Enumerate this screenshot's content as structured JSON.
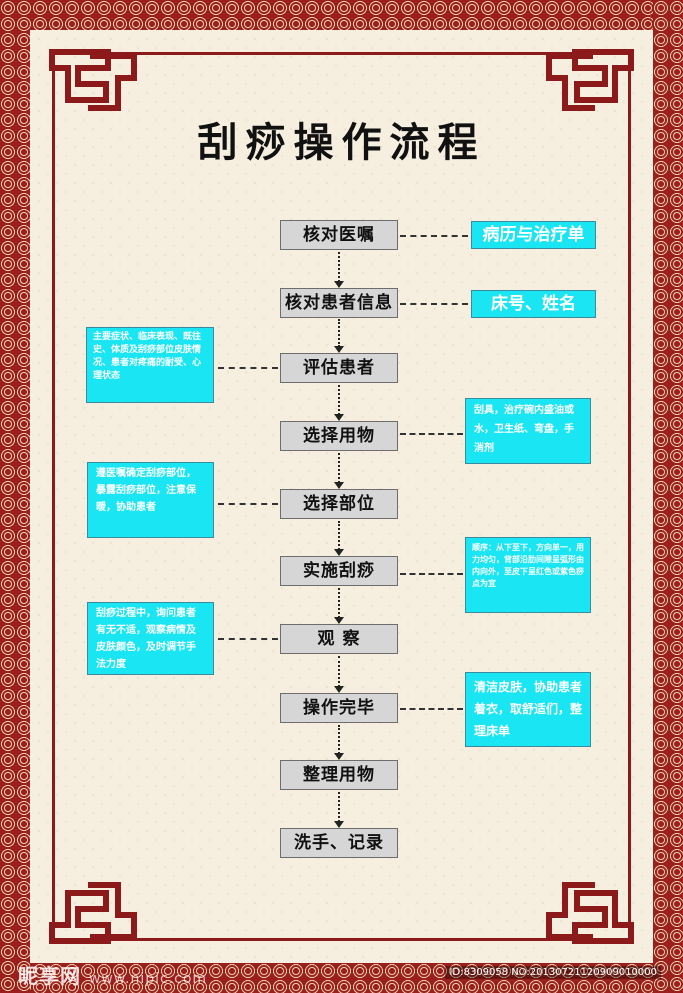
{
  "title": "刮痧操作流程",
  "steps": [
    "核对医嘱",
    "核对患者信息",
    "评估患者",
    "选择用物",
    "选择部位",
    "实施刮痧",
    "观 察",
    "操作完毕",
    "整理用物",
    "洗手、记录"
  ],
  "notes": {
    "s1": "病历与治疗单",
    "s2": "床号、姓名",
    "s3": "主要症状、临床表现、既往史、体质及刮痧部位皮肤情况、患者对疼痛的耐受、心理状态",
    "s4": "刮具，治疗碗内盛油或水，卫生纸、弯盘，手消剂",
    "s5": "遵医嘱确定刮痧部位，暴露刮痧部位，注意保暖，协助患者",
    "s6": "顺序：从下至下，方向单一，用力均匀，背部沿肋间隙呈弧形由内向外，至皮下呈红色或紫色痧点为宜",
    "s7": "刮痧过程中，询问患者有无不适，观察病情及皮肤颜色，及时调节手法力度",
    "s8": "清洁皮肤，协助患者着衣，取舒适们，整理床单"
  },
  "watermark": {
    "brand": "昵享网",
    "url": "www.nipic.com",
    "id": "ID:8309058 NO:20130721120909010000"
  },
  "colors": {
    "border": "#8d1a1a",
    "note": "#19e6f2",
    "step_box": "#d6d6d6",
    "background": "#f6efe0"
  }
}
